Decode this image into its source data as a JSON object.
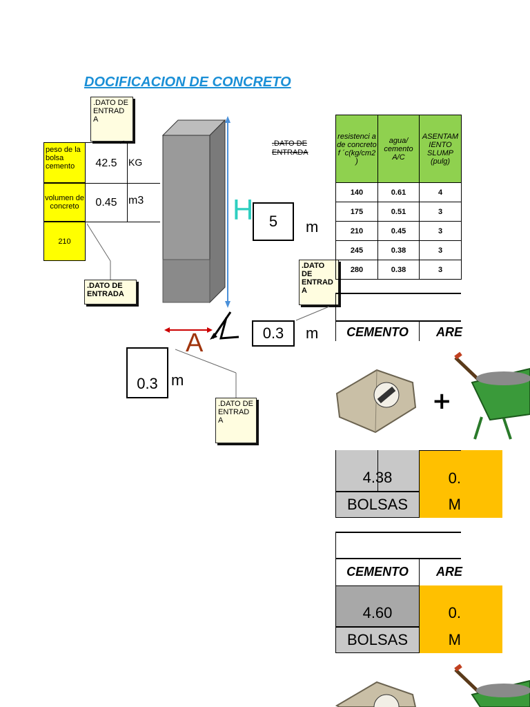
{
  "title": "DOCIFICACION DE CONCRETO",
  "note_label": ".DATO DE ENTRADA",
  "note_entrada_top": ".DATO DE\nENTRAD\nA",
  "note_entrada_low": ".DATO DE\nENTRADA",
  "note_entrada_mid": ".DATO\nDE\nENTRAD\nA",
  "note_entrada_bottom": ".DATO DE\nENTRAD\nA",
  "inputs": {
    "peso_label": "peso de la bolsa cemento",
    "peso_value": "42.5",
    "peso_unit": "KG",
    "volumen_label": "volumen de concreto",
    "volumen_value": "0.45",
    "volumen_unit": "m3",
    "resistencia_value": "210"
  },
  "column": {
    "h_letter": "H",
    "h_value": "5",
    "h_unit": "m",
    "l_letter": "L",
    "l_value": "0.3",
    "l_unit": "m",
    "a_letter": "A",
    "a_value": "0.3",
    "a_unit": "m"
  },
  "table": {
    "headers": [
      "resistenci a de concreto f ´c(kg/cm2 )",
      "agua/ cemento A/C",
      "ASENTAM IENTO SLUMP (pulg)"
    ],
    "rows": [
      [
        "140",
        "0.61",
        "4"
      ],
      [
        "175",
        "0.51",
        "3"
      ],
      [
        "210",
        "0.45",
        "3"
      ],
      [
        "245",
        "0.38",
        "3"
      ],
      [
        "280",
        "0.38",
        "3"
      ]
    ]
  },
  "results1": {
    "col1": "CEMENTO",
    "col2": "ARE",
    "value": "4.38",
    "value2": "0.",
    "unit": "BOLSAS",
    "unit2": "M"
  },
  "results2": {
    "col1": "CEMENTO",
    "col2": "ARE",
    "value": "4.60",
    "value2": "0.",
    "unit": "BOLSAS",
    "unit2": "M"
  },
  "plus": "+",
  "colors": {
    "title": "#1a8fd6",
    "yellow": "#ffff00",
    "green_header": "#8fd14f",
    "orange": "#ffc000",
    "gray": "#c8c8c8",
    "h_color": "#2ecfc0",
    "a_color": "#a0340c"
  }
}
